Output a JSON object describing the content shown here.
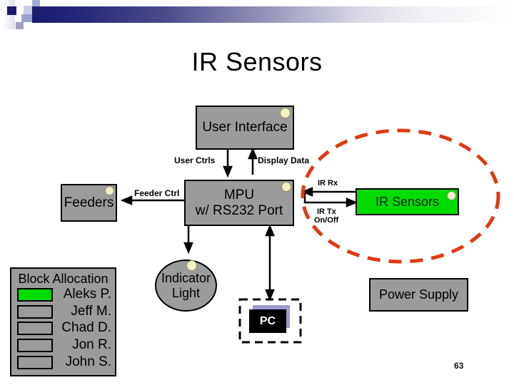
{
  "slide": {
    "title": "IR Sensors",
    "page_number": "63"
  },
  "nodes": {
    "user_interface": {
      "label": "User Interface"
    },
    "feeders": {
      "label": "Feeders"
    },
    "mpu": {
      "label_line1": "MPU",
      "label_line2": "w/ RS232 Port"
    },
    "ir_sensors": {
      "label": "IR Sensors"
    },
    "indicator_light": {
      "label_line1": "Indicator",
      "label_line2": "Light"
    },
    "power_supply": {
      "label": "Power Supply"
    },
    "pc": {
      "label": "PC"
    }
  },
  "edges": {
    "user_ctrls": "User Ctrls",
    "display_data": "Display Data",
    "feeder_ctrl": "Feeder Ctrl",
    "ir_rx": "IR Rx",
    "ir_tx": "IR Tx",
    "ir_tx_onoff": "On/Off"
  },
  "legend": {
    "title": "Block Allocation",
    "items": [
      {
        "name": "Aleks P.",
        "swatch": "green"
      },
      {
        "name": "Jeff M.",
        "swatch": "gray"
      },
      {
        "name": "Chad D.",
        "swatch": "gray"
      },
      {
        "name": "Jon R.",
        "swatch": "gray"
      },
      {
        "name": "John S.",
        "swatch": "gray"
      }
    ]
  },
  "colors": {
    "box_gray": "#9b9b9b",
    "allocated_green": "#00dc00",
    "highlight_red": "#dd3b15",
    "header_navy": "#1b1b6f",
    "pc_shadow_purple": "#9a9acd",
    "marker_yellow": "#f3f0c4"
  }
}
